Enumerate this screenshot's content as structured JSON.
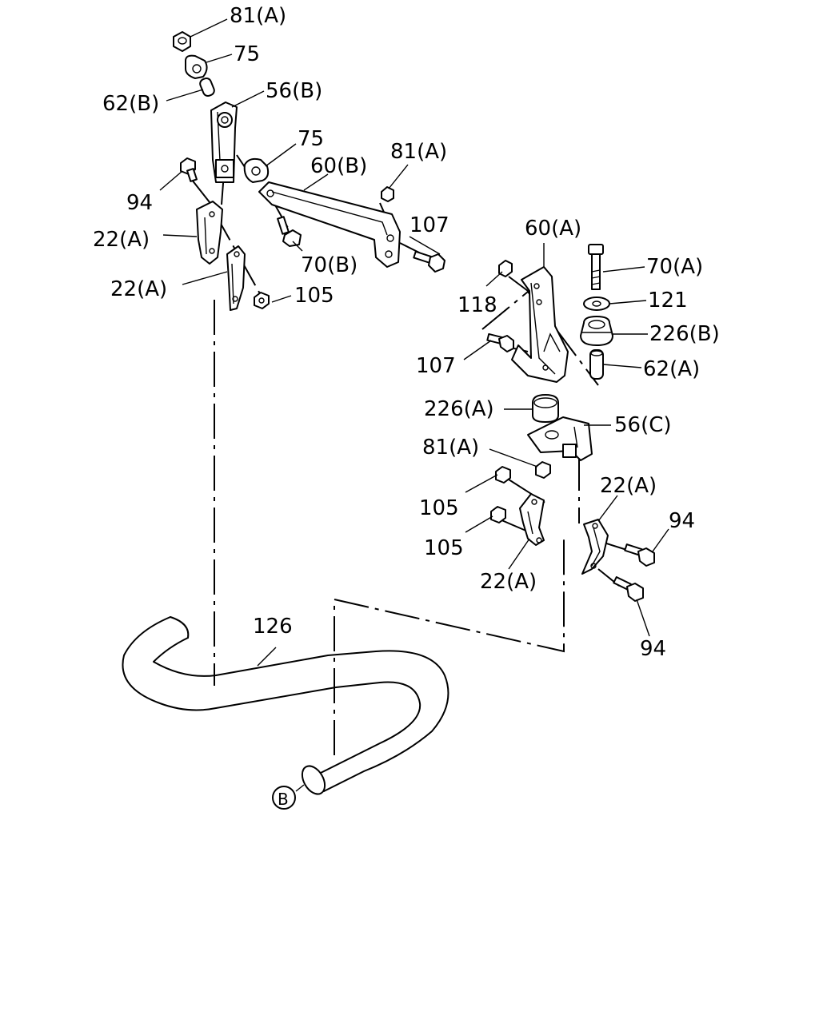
{
  "callouts": {
    "nut_81a_top": "81(A)",
    "bushing_75_top": "75",
    "collar_62b": "62(B)",
    "bracket_56b": "56(B)",
    "bushing_75_mid": "75",
    "bracket_60b": "60(B)",
    "nut_81a_mid": "81(A)",
    "bolt_94_left": "94",
    "bolt_107_right": "107",
    "clamp_22a_left_upper": "22(A)",
    "bracket_60a": "60(A)",
    "bolt_70b": "70(B)",
    "bolt_70a": "70(A)",
    "clamp_22a_left_lower": "22(A)",
    "nut_105_left": "105",
    "washer_121": "121",
    "nut_118": "118",
    "bushing_226b": "226(B)",
    "bolt_107_lower": "107",
    "collar_62a": "62(A)",
    "bushing_226a": "226(A)",
    "bracket_56c": "56(C)",
    "nut_81a_lower": "81(A)",
    "clamp_22a_right_upper": "22(A)",
    "nut_105_upper": "105",
    "bolt_94_right_upper": "94",
    "nut_105_lower": "105",
    "clamp_22a_right_lower": "22(A)",
    "bolt_94_right_lower": "94",
    "stabilizer_bar_126": "126",
    "connector_b": "B"
  }
}
